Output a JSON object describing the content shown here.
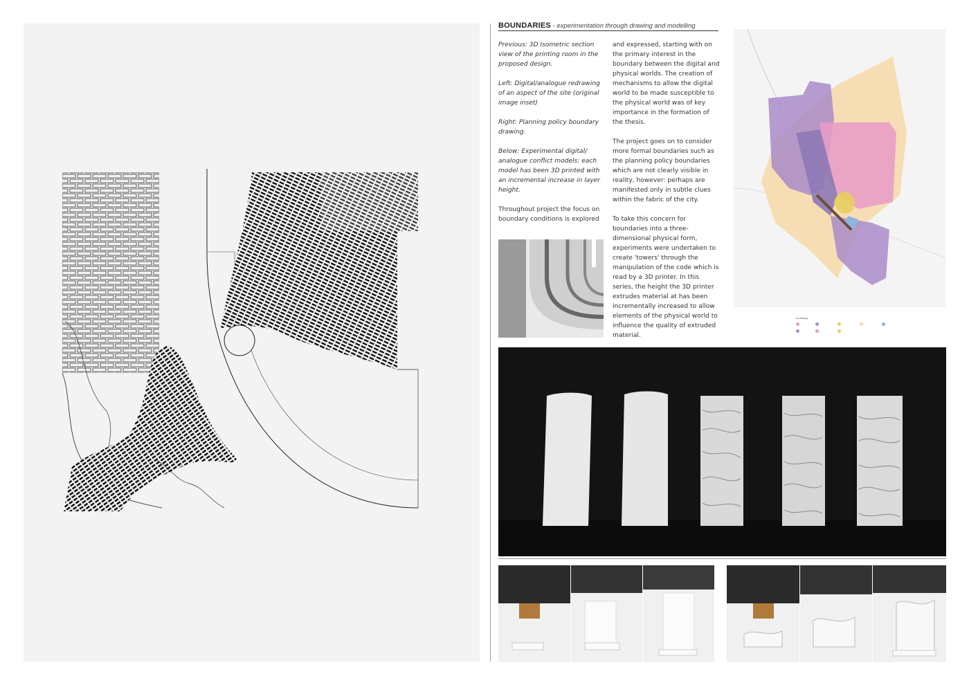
{
  "heading": {
    "title": "BOUNDARIES",
    "subtitle": " - experimentation through drawing and modelling"
  },
  "column1": {
    "p1": "Previous: 3D Isometric section view of the printing room in the proposed design.",
    "p2": "Left: Digital/analogue redrawing of an aspect of the site (original image inset)",
    "p3": "Right: Planning policy boundary drawing.",
    "p4": "Below: Experimental digital/ analogue conflict models: each model has been 3D printed with an incremental increase in layer height.",
    "p5": "Throughout project the focus on boundary conditions is explored"
  },
  "column2": {
    "p1": "and expressed, starting with on the primary interest in the boundary between the digital and physical worlds. The creation of mechanisms to allow the digital world to be made susceptible to the physical world was of key importance in the formation of the thesis.",
    "p2": "The project goes on to consider more formal boundaries such as the planning policy boundaries which are not clearly visible in reality, however: perhaps are manifested only in subtle clues within the fabric of the city.",
    "p3": "To take this concern for boundaries into a three-dimensional physical form, experiments were undertaken to create 'towers' through the manipulation of the code which is read by a 3D printer. In this series, the height the 3D printer extrudes material at has been incrementally increased to allow elements of the physical world to influence the quality of extruded material."
  },
  "map_legend": {
    "title": "Key Drawing"
  },
  "colors": {
    "pink": "#e79bc7",
    "purple": "#a98bc9",
    "peach": "#f6d8a8",
    "blue": "#8fb4e0",
    "yellow": "#e8cf57"
  }
}
